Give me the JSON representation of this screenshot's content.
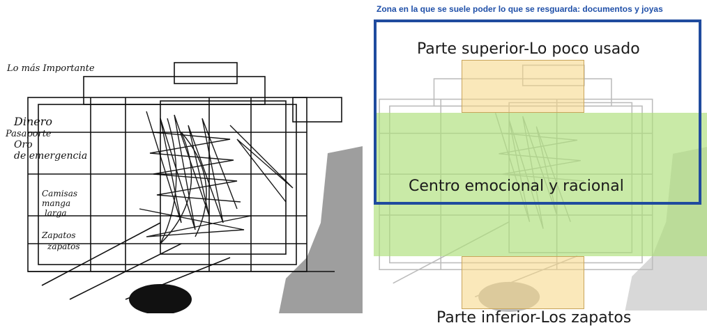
{
  "diagram": {
    "caption": "Zona en la que se suele poder lo que se resguarda: documentos y joyas",
    "zones": {
      "top": "Parte superior-Lo poco usado",
      "center": "Centro emocional y racional",
      "bottom": "Parte inferior-Los zapatos"
    }
  },
  "sketch_text": {
    "heading": "Lo más Importante",
    "d1": "Dinero",
    "d2": "Pasaporte",
    "d3": "Oro",
    "d4": "de emergencia",
    "c1": "Camisas",
    "c2": "manga",
    "c3": "larga",
    "s1": "Zapatos",
    "s2": "zapatos"
  },
  "colors": {
    "blue_frame": "#1f4b9e",
    "caption": "#1f4fa8",
    "green": "#acde78",
    "yellow": "#f6d682"
  }
}
